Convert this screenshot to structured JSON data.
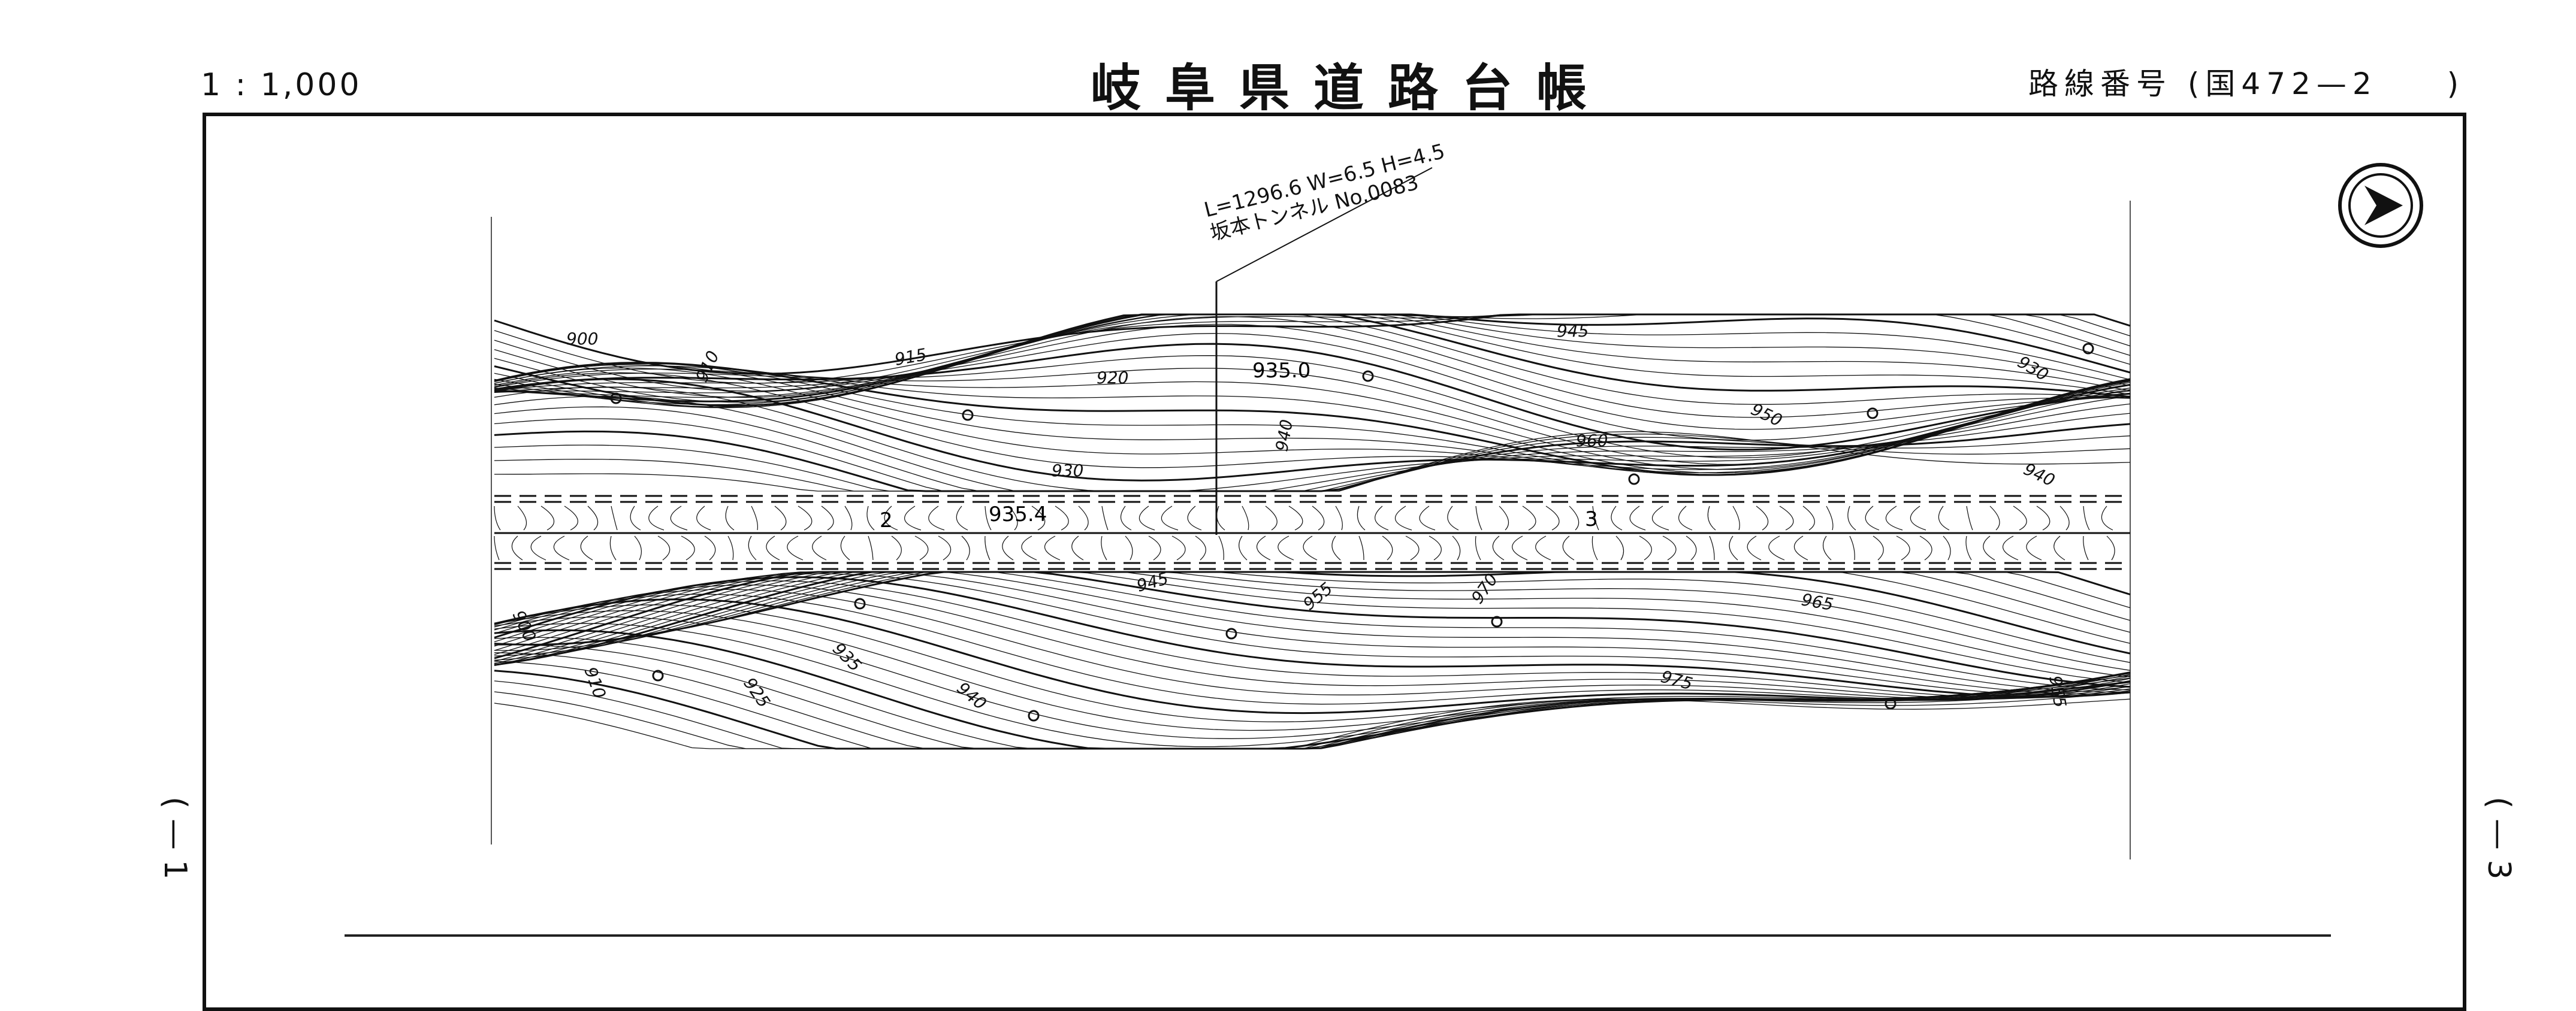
{
  "header": {
    "scale": "1 : 1,000",
    "title": "岐阜県道路台帳",
    "route_number_label": "路線番号",
    "route_number_value": "(国472—2",
    "route_number_close": ")"
  },
  "tunnel": {
    "line1": "L=1296.6  W=6.5  H=4.5",
    "line2": "坂本トンネル No.0083"
  },
  "side_marks": {
    "left": "(  — 1",
    "right": "(  — 3"
  },
  "north_arrow": {
    "icon": "north-arrow-icon"
  },
  "spot_heights": [
    "935.0",
    "935.4"
  ],
  "contour_labels": [
    "900",
    "910",
    "915",
    "920",
    "930",
    "940",
    "945",
    "950",
    "960",
    "955",
    "965",
    "970",
    "975",
    "925",
    "935"
  ],
  "map_marks": [
    "2",
    "3"
  ]
}
